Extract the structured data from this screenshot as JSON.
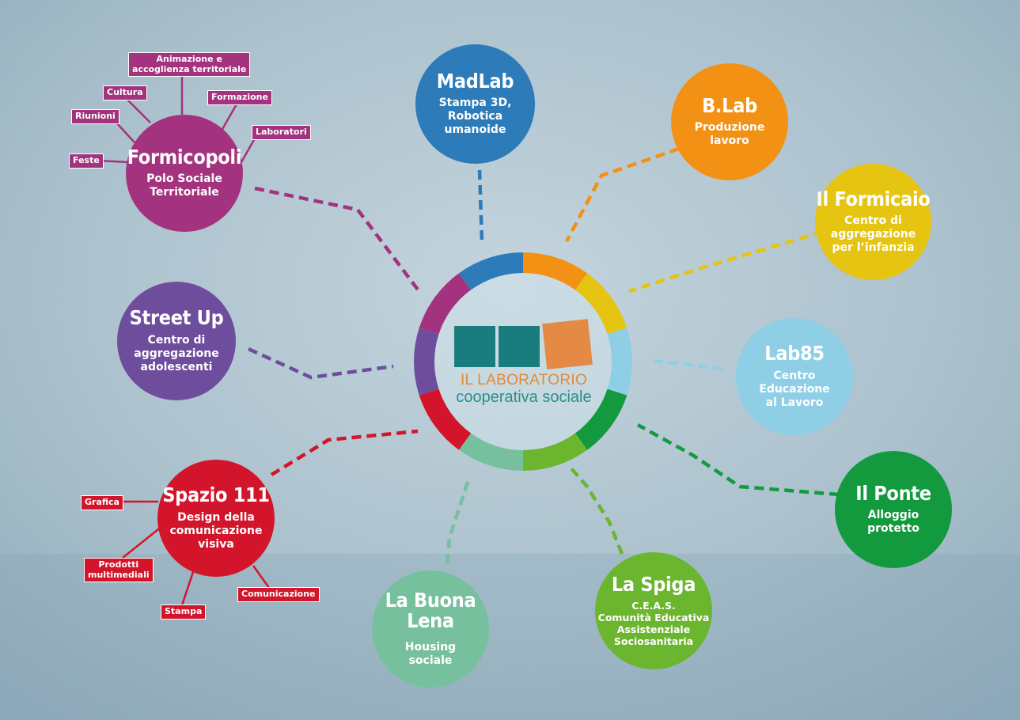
{
  "center": {
    "name": "IL LABORATORIO",
    "subtitle": "cooperativa sociale",
    "colors": {
      "logo_teal": "#1a7d7d",
      "logo_orange": "#e58a45",
      "name": "#e58a33",
      "subtitle": "#2d8f8a"
    }
  },
  "ring_colors": [
    "#f39114",
    "#e5c412",
    "#8ecfe6",
    "#139a3e",
    "#6bb52f",
    "#76c09e",
    "#d2152b",
    "#6f4d9d",
    "#a3337e",
    "#2d7bb9"
  ],
  "nodes": [
    {
      "id": "madlab",
      "title": "MadLab",
      "subtitle": [
        "Stampa 3D,",
        "Robotica",
        "umanoide"
      ],
      "color": "#2d7bb9"
    },
    {
      "id": "blab",
      "title": "B.Lab",
      "subtitle": [
        "Produzione",
        "lavoro"
      ],
      "color": "#f39114"
    },
    {
      "id": "il-formicaio",
      "title": "Il Formicaio",
      "subtitle": [
        "Centro di",
        "aggregazione",
        "per l’infanzia"
      ],
      "color": "#e5c412"
    },
    {
      "id": "lab85",
      "title": "Lab85",
      "subtitle": [
        "Centro",
        "Educazione",
        "al Lavoro"
      ],
      "color": "#8ecfe6"
    },
    {
      "id": "il-ponte",
      "title": "Il Ponte",
      "subtitle": [
        "Alloggio",
        "protetto"
      ],
      "color": "#139a3e"
    },
    {
      "id": "la-spiga",
      "title": "La Spiga",
      "subtitle": [
        "C.E.A.S.",
        "Comunità Educativa",
        "Assistenziale",
        "Sociosanitaria"
      ],
      "color": "#6bb52f"
    },
    {
      "id": "la-buona-lena",
      "title": "La Buona\nLena",
      "subtitle": [
        "Housing",
        "sociale"
      ],
      "color": "#76c09e"
    },
    {
      "id": "spazio-111",
      "title": "Spazio 111",
      "subtitle": [
        "Design della",
        "comunicazione",
        "visiva"
      ],
      "color": "#d2152b"
    },
    {
      "id": "street-up",
      "title": "Street Up",
      "subtitle": [
        "Centro di",
        "aggregazione",
        "adolescenti"
      ],
      "color": "#6f4d9d"
    },
    {
      "id": "formicopoli",
      "title": "Formicopoli",
      "subtitle": [
        "Polo Sociale",
        "Territoriale"
      ],
      "color": "#a3337e"
    }
  ],
  "formicopoli_tags": [
    "Animazione e\naccoglienza territoriale",
    "Cultura",
    "Formazione",
    "Riunioni",
    "Laboratori",
    "Feste"
  ],
  "spazio_tags": [
    "Grafica",
    "Prodotti\nmultimediali",
    "Stampa",
    "Comunicazione"
  ]
}
